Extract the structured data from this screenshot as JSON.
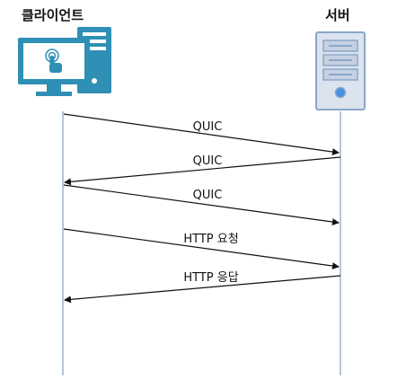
{
  "actors": {
    "client": {
      "label": "클라이언트",
      "icon": "desktop-computer-icon"
    },
    "server": {
      "label": "서버",
      "icon": "server-tower-icon"
    }
  },
  "colors": {
    "client_icon": "#2f8fb5",
    "server_icon_fill": "#dbe3ef",
    "server_icon_stroke": "#8aa7c8",
    "lifeline": "#8fa8c0",
    "arrow": "#111111"
  },
  "messages": [
    {
      "label": "QUIC",
      "from": "client",
      "to": "server"
    },
    {
      "label": "QUIC",
      "from": "server",
      "to": "client"
    },
    {
      "label": "QUIC",
      "from": "client",
      "to": "server"
    },
    {
      "label": "HTTP 요청",
      "from": "client",
      "to": "server"
    },
    {
      "label": "HTTP 응답",
      "from": "server",
      "to": "client"
    }
  ]
}
